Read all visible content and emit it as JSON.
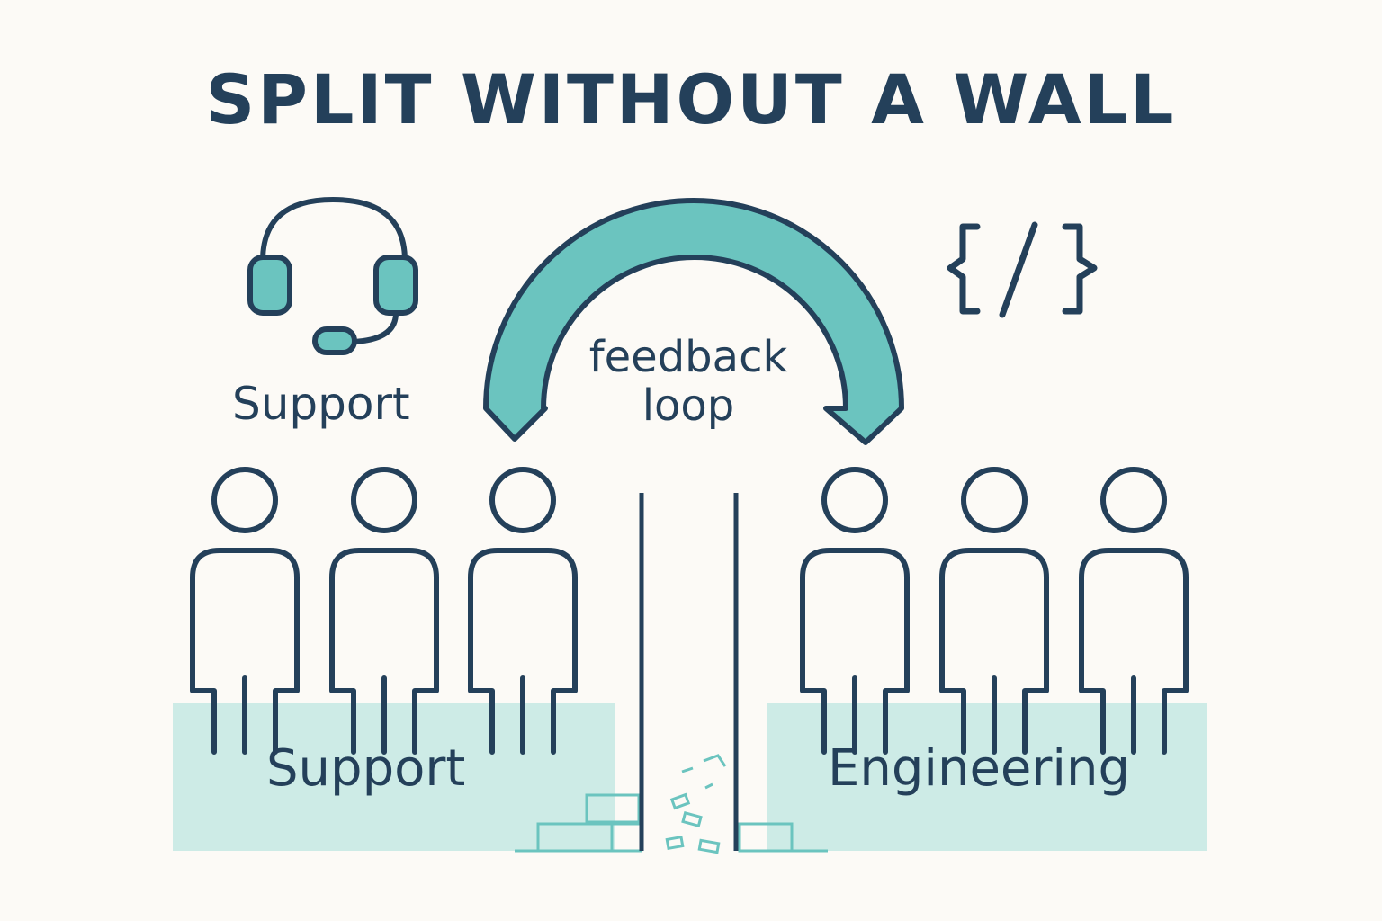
{
  "title": "SPLIT WITHOUT A WALL",
  "icons": {
    "support": "headset-icon",
    "engineering": "code-brackets-icon",
    "loop": "curved-double-arrow-icon",
    "person": "person-icon"
  },
  "labels": {
    "support_icon_label": "Support",
    "loop_line1": "feedback",
    "loop_line2": "loop",
    "support_block": "Support",
    "engineering_block": "Engineering"
  },
  "teams": {
    "support_people_count": 3,
    "engineering_people_count": 3
  },
  "colors": {
    "background": "#fcfaf6",
    "ink": "#24405a",
    "accent": "#6bc4bf",
    "block_fill": "#cdebe6",
    "brick_stroke": "#6bc4bf"
  }
}
